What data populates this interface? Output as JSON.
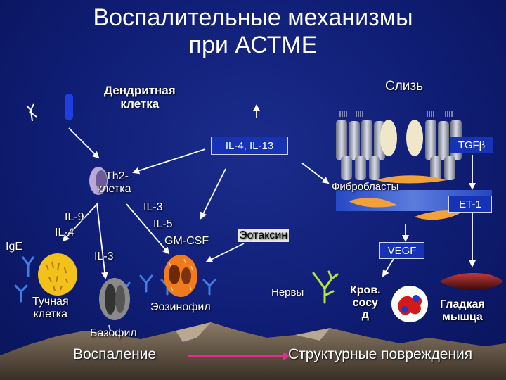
{
  "title": {
    "line1": "Воспалительные механизмы",
    "line2": "при АСТМЕ"
  },
  "labels": {
    "dendritic_line1": "Дендритная",
    "dendritic_line2": "клетка",
    "mucus": "Слизь",
    "il4_il13": "IL-4, IL-13",
    "tgf": "TGFβ",
    "th2_line1": "Th2-",
    "th2_line2": "клетка",
    "fibroblasts": "Фибробласты",
    "et1": "ET-1",
    "il9": "IL-9",
    "il4": "IL-4",
    "ige": "IgE",
    "il3_top": "IL-3",
    "il5": "IL-5",
    "gmcsf": "GM-CSF",
    "eotaxin": "Эотаксин",
    "vegf": "VEGF",
    "il3_left": "IL-3",
    "nerves": "Нервы",
    "vessel_line1": "Кров.",
    "vessel_line2": "сосу",
    "vessel_line3": "д",
    "smooth_line1": "Гладкая",
    "smooth_line2": "мышца",
    "mast_line1": "Тучная",
    "mast_line2": "клетка",
    "eosinophil": "Эозинофил",
    "basophil": "Базофил",
    "inflammation": "Воспаление",
    "damage": "Структурные повреждения"
  },
  "colors": {
    "background": "#0f1d74",
    "mast_cell": "#f2c21a",
    "eosinophil": "#f07a1c",
    "basophil": "#8a8a8a",
    "antibody": "#3f7ee8",
    "nerve": "#b7e63a",
    "fibroblast": "#f2a03a",
    "band": "#4a6fe0",
    "smooth_muscle": "#7a1f1f",
    "vessel": "#d21a1a",
    "arrow_pink": "#e0308a",
    "mountains": "#6b5a4a"
  }
}
